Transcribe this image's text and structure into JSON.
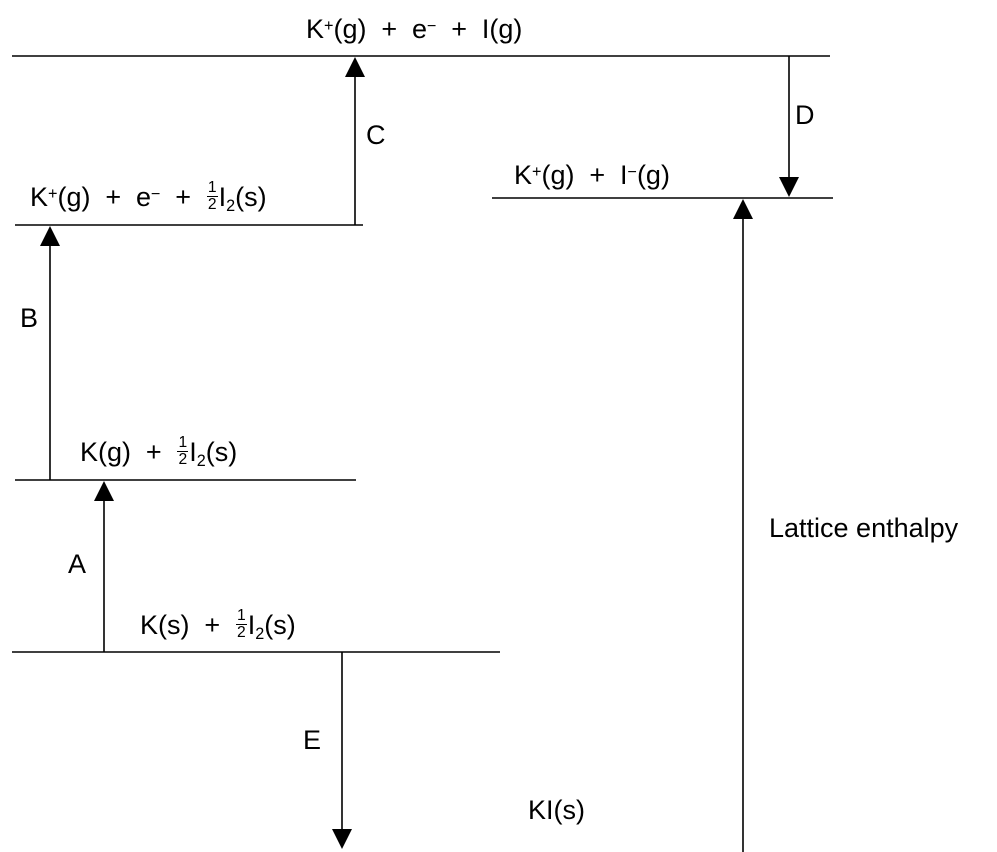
{
  "levels": {
    "top": {
      "cation": "K",
      "cation_charge": "+",
      "phase_c": "(g)",
      "plus1": "+",
      "electron": "e",
      "electron_charge": "−",
      "plus2": "+",
      "anion": "I(g)"
    },
    "ion_pair": {
      "cation": "K",
      "cation_charge": "+",
      "phase_c": "(g)",
      "plus": "+",
      "anion": "I",
      "anion_charge": "−",
      "phase_a": "(g)"
    },
    "ionised": {
      "cation": "K",
      "cation_charge": "+",
      "phase_c": "(g)",
      "plus1": "+",
      "electron": "e",
      "electron_charge": "−",
      "plus2": "+",
      "frac_num": "1",
      "frac_den": "2",
      "halogen": "I",
      "halogen_sub": "2",
      "halogen_phase": "(s)"
    },
    "atomised": {
      "metal": "K(g)",
      "plus": "+",
      "frac_num": "1",
      "frac_den": "2",
      "halogen": "I",
      "halogen_sub": "2",
      "halogen_phase": "(s)"
    },
    "elements": {
      "metal": "K(s)",
      "plus": "+",
      "frac_num": "1",
      "frac_den": "2",
      "halogen": "I",
      "halogen_sub": "2",
      "halogen_phase": "(s)"
    },
    "product": "KI(s)"
  },
  "arrows": {
    "A": "A",
    "B": "B",
    "C": "C",
    "D": "D",
    "E": "E",
    "lattice": "Lattice enthalpy"
  }
}
